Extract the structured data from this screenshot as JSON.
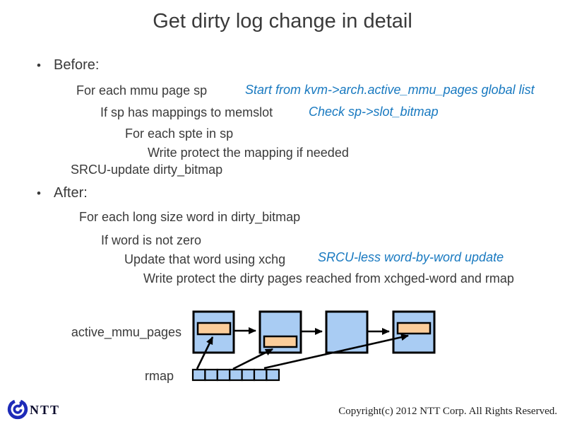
{
  "slide": {
    "title": "Get dirty log change in detail",
    "bullet": "•",
    "outline": {
      "sections": [
        {
          "label": "Before:",
          "items": [
            {
              "text": "For each mmu page sp",
              "note": "Start from kvm->arch.active_mmu_pages global list"
            },
            {
              "text": "If sp has mappings to memslot",
              "note": "Check sp->slot_bitmap"
            },
            {
              "text": "For each spte in sp"
            },
            {
              "text": "Write protect the mapping if needed"
            },
            {
              "text": "SRCU-update dirty_bitmap"
            }
          ]
        },
        {
          "label": "After:",
          "items": [
            {
              "text": "For each long size word in dirty_bitmap"
            },
            {
              "text": "If word is not zero"
            },
            {
              "text": "Update that word using xchg",
              "note": "SRCU-less word-by-word update"
            },
            {
              "text": "Write protect the dirty pages reached from xchged-word and rmap"
            }
          ]
        }
      ]
    },
    "diagram": {
      "labels": {
        "list": "active_mmu_pages",
        "rmap": "rmap"
      },
      "rmap_cell_count": 7
    },
    "footer": {
      "logo_text": "NTT",
      "copyright": "Copyright(c) 2012 NTT Corp. All Rights Reserved."
    },
    "colors": {
      "text": "#3a3a3a",
      "note": "#1879c0",
      "box": "#a9ccf3",
      "bar": "#fbcd9a",
      "ntt": "#1e2bb8"
    }
  }
}
